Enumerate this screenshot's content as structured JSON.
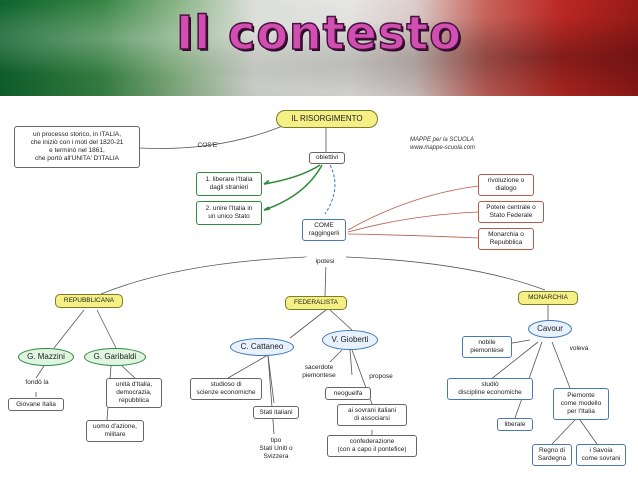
{
  "header": {
    "title": "Il contesto"
  },
  "credit": {
    "line1": "MAPPE per la SCUOLA",
    "line2": "www.mappe-scuola.com"
  },
  "nodes": {
    "risorgimento": "IL RISORGIMENTO",
    "definition": "un processo storico, in ITALIA,\nche iniziò con i moti del 1820-21\ne terminò nel 1861,\nche portò all'UNITA' D'ITALIA",
    "cose": "COS'E'",
    "obiettivi": "obiettivi",
    "goal1": "1. liberare l'Italia\ndagli stranieri",
    "goal2": "2. unire l'Italia in\nun unico Stato",
    "come": "COME\nraggingerli",
    "riv": "rivoluzione o\ndialogo",
    "potere": "Potere centrale o\nStato Federale",
    "monarchia_q": "Monarchia o\nRepubblica",
    "ipotesi": "ipotesi",
    "repubblicana": "REPUBBLICANA",
    "federalista": "FEDERALISTA",
    "monarchia": "MONARCHIA",
    "mazzini": "G. Mazzini",
    "garibaldi": "G. Garibaldi",
    "fondo": "fondò la",
    "giovane": "Giovane Italia",
    "unita": "unità d'Italia,\ndemocrazia,\nrepubblica",
    "uomo": "uomo d'azione,\nmilitare",
    "cattaneo": "C. Cattaneo",
    "gioberti": "V. Gioberti",
    "studioso": "studioso di\nscienze economiche",
    "stati": "Stati italiani",
    "tipo": "tipo\nStati Uniti o\nSvizzera",
    "sacerdote": "sacerdote\npiemontese",
    "propose": "propose",
    "neoguelfa": "neoguelfa",
    "sovrani": "ai sovrani italiani\ndi associarsi",
    "confederazione": "confederazione\n(con a capo il pontefice)",
    "cavour": "Cavour",
    "nobile": "nobile\npiemontese",
    "voleva": "voleva",
    "studio": "studiò\ndiscipline economiche",
    "piemonte": "Piemonte\ncome modello\nper l'Italia",
    "liberale": "liberale",
    "regno": "Regno di\nSardegna",
    "savoia": "i Savoia\ncome sovrani"
  }
}
